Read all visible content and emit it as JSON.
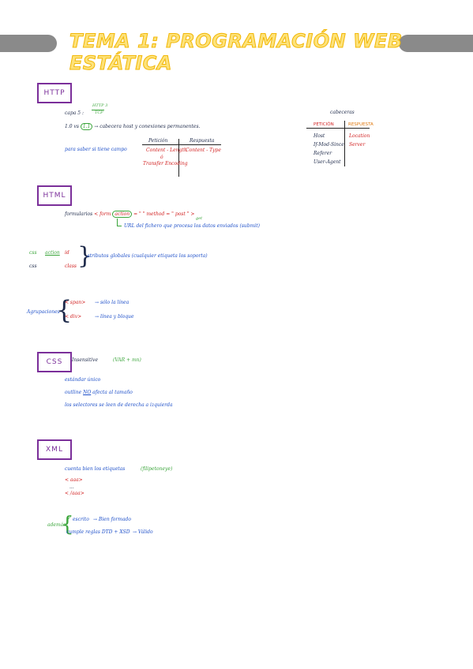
{
  "title": "TEMA 1: PROGRAMACIÓN WEB ESTÁTICA",
  "sections": {
    "http": {
      "label": "HTTP",
      "capa_prefix": "capa 5 :",
      "capa_top": "HTTP 3",
      "capa_bottom": "TCP",
      "version_line_a": "1.0 vs",
      "version_circled": "1.1",
      "version_line_b": "→ cabecera host y conexiones permanentes.",
      "saber_campo": "para saber si tiene campo",
      "peticion_header": "Petición",
      "respuesta_header": "Respuesta",
      "peticion_cell1": "Content - Length",
      "peticion_amp": "ó",
      "peticion_cell2": "Transfer Encoding",
      "respuesta_cell1": "Content - Type",
      "cabeceras_title": "cabeceras",
      "cab_peticion_header": "PETICIÓN",
      "cab_respuesta_header": "RESPUESTA",
      "cab_peticion_items": [
        "Host",
        "If-Mod-Since",
        "Referer",
        "User-Agent"
      ],
      "cab_respuesta_items": [
        "Location",
        "Server"
      ]
    },
    "html": {
      "label": "HTML",
      "form_prefix": "formularios",
      "form_tag": "< form",
      "form_action": "action",
      "form_after": "= \"  \"   method = \" post \" >",
      "form_get": "get",
      "form_url": "URL del fichero que procesa los datos enviados (submit)",
      "css_label": "css",
      "css_label2": "css",
      "action_word": "action",
      "id_word": "id",
      "class_word": "class",
      "atributos": "atributos globales (cualquier etiqueta los soporta)",
      "agrupaciones": "Agrupaciones",
      "span_tag": "< span>",
      "span_desc": "sólo la línea",
      "div_tag": "< div>",
      "div_desc": "línea y bloque"
    },
    "css": {
      "label": "CSS",
      "insensitive": "Insensitive",
      "var_note": "(VAR + mn)",
      "line1": "estándar único",
      "line2_a": "outline",
      "line2_no": "NO",
      "line2_b": "afecta al tamaño",
      "line3": "los selectores se leen de derecha a izquierda"
    },
    "xml": {
      "label": "XML",
      "line1": "cuenta bien los etiquetas",
      "line1_note": "(filipetoneye)",
      "tag1": "< aaa>",
      "dots": "...",
      "tag2": "< /aaa>",
      "ademas": "además",
      "check": "✓",
      "escrito": "escrito",
      "escrito_result": "→  Bien formado",
      "cumple": "cumple reglas   DTD + XSD",
      "cumple_result": "→   Válido"
    }
  }
}
